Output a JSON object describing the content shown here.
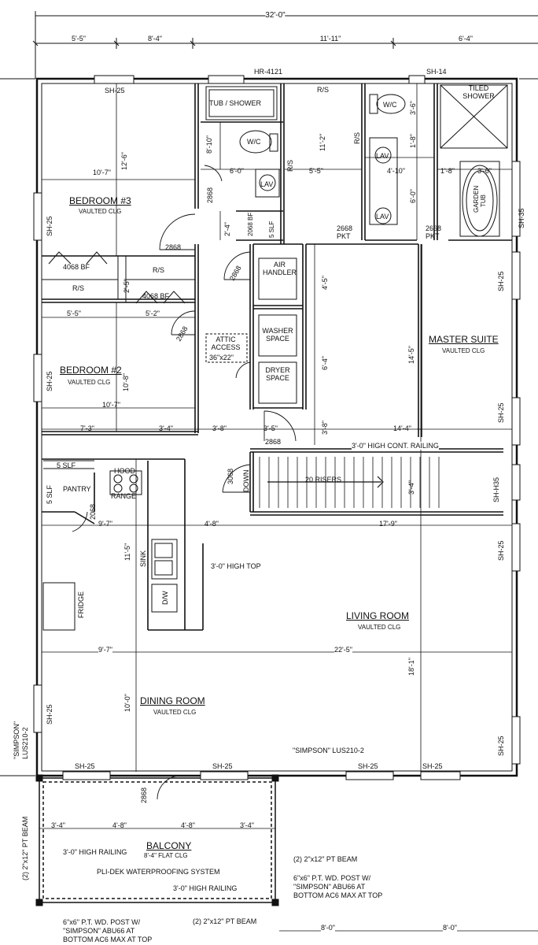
{
  "overall": {
    "width": "32'-0\""
  },
  "top_dims": [
    "5'-5\"",
    "8'-4\"",
    "11'-11\"",
    "6'-4\""
  ],
  "rooms": {
    "bedroom3": {
      "name": "BEDROOM #3",
      "sub": "VAULTED CLG",
      "w": "10'-7\"",
      "d": "12'-6\""
    },
    "bedroom2": {
      "name": "BEDROOM #2",
      "sub": "VAULTED CLG",
      "w": "10'-7\"",
      "d": "10'-8\""
    },
    "master": {
      "name": "MASTER SUITE",
      "sub": "VAULTED CLG",
      "d": "14'-5\""
    },
    "living": {
      "name": "LIVING ROOM",
      "sub": "VAULTED CLG",
      "w": "22'-5\"",
      "d": "18'-1\""
    },
    "dining": {
      "name": "DINING ROOM",
      "sub": "VAULTED CLG",
      "d": "10'-0\""
    },
    "balcony": {
      "name": "BALCONY",
      "sub": "8'-4\" FLAT CLG"
    }
  },
  "fixtures": {
    "tub_shower": "TUB / SHOWER",
    "wc": "W/C",
    "lav": "LAV",
    "tiled_shower": "TILED SHOWER",
    "garden_tub": "GARDEN TUB",
    "air_handler": "AIR HANDLER",
    "washer": "WASHER SPACE",
    "dryer": "DRYER SPACE",
    "attic": "ATTIC ACCESS",
    "attic_size": "36\"x22\"",
    "hood": "HOOD",
    "range": "RANGE",
    "pantry": "PANTRY",
    "sink": "SINK",
    "dw": "D/W",
    "fridge": "FRIDGE",
    "high_top": "3'-0\" HIGH TOP",
    "down": "DOWN",
    "risers": "20 RISERS",
    "high_rail": "3'-0\" HIGH CONT. RAILING"
  },
  "windows": {
    "sh25": "SH-25",
    "sh14": "SH-14",
    "sh35": "SH-35",
    "shh35": "SH-H35",
    "hr": "HR-4121"
  },
  "doors": {
    "d2868": "2868",
    "d4068bf": "4068 BF",
    "d2668pkt": "2668 PKT",
    "d2068bf": "2068 BF",
    "d2068": "2068",
    "d3068": "3068",
    "rs": "R/S",
    "slf": "5 SLF"
  },
  "dims": {
    "d8_10": "8'-10\"",
    "d6_0": "6'-0\"",
    "d11_2": "11'-2\"",
    "d5_5": "5'-5\"",
    "d4_10": "4'-10\"",
    "d3_6": "3'-6\"",
    "d1_8": "1'-8\"",
    "d2_4": "2'-4\"",
    "d2_5": "2'-5\"",
    "d5_2": "5'-2\"",
    "d4_5": "4'-5\"",
    "d6_4": "6'-4\"",
    "d3_8": "3'-8\"",
    "d7_3": "7'-3\"",
    "d3_4": "3'-4\"",
    "d3_5": "3'-5\"",
    "d14_4": "14'-4\"",
    "d9_7": "9'-7\"",
    "d4_8": "4'-8\"",
    "d17_9": "17'-9\"",
    "d11_5": "11'-5\"",
    "d8_0": "8'-0\"",
    "d3_0": "3'-0\""
  },
  "notes": {
    "simpson_lus": "\"SIMPSON\" LUS210-2",
    "simpson_left_1": "\"SIMPSON\"",
    "simpson_left_2": "LUS210-2",
    "pt_beam_left": "(2) 2\"x12\" PT BEAM",
    "pt_beam_right": "(2) 2\"x12\" PT BEAM",
    "pt_beam_bottom": "(2) 2\"x12\" PT BEAM",
    "high_railing": "3'-0\" HIGH RAILING",
    "pli_dek": "PLI-DEK WATERPROOFING SYSTEM",
    "post_l1": "6\"x6\" P.T. WD. POST W/",
    "post_l2": "\"SIMPSON\" ABU66 AT",
    "post_l3": "BOTTOM AC6 MAX AT TOP"
  }
}
